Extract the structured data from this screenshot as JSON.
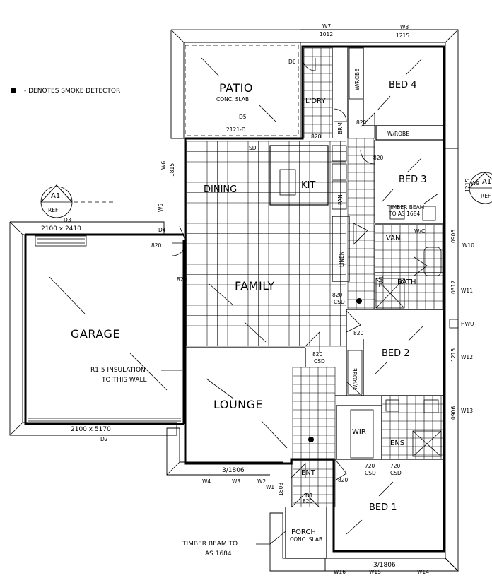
{
  "legend": {
    "smoke_detector": "- DENOTES SMOKE DETECTOR"
  },
  "rooms": {
    "patio": "PATIO",
    "patio_sub": "CONC. SLAB",
    "bed4": "BED  4",
    "bed3": "BED  3",
    "bed2": "BED  2",
    "bed1": "BED  1",
    "dining": "DINING",
    "kit": "KIT",
    "family": "FAMILY",
    "garage": "GARAGE",
    "lounge": "LOUNGE",
    "ent": "ENT",
    "porch": "PORCH",
    "porch_sub": "CONC. SLAB",
    "ldry": "L'DRY",
    "wir": "WIR",
    "ens": "ENS",
    "bath": "BATH",
    "van": "VAN.",
    "linen": "LINEN",
    "brm": "BRM",
    "pan": "PAN",
    "wc": "W/C",
    "twl": "TWL"
  },
  "labels": {
    "wrobe_bed4": "W/ROBE",
    "wrobe_bed3": "W/ROBE",
    "wrobe_bed2": "W/ROBE",
    "sd": "SD",
    "timber_beam_bed3_1": "TIMBER BEAM",
    "timber_beam_bed3_2": "TO AS 1684",
    "insulation_1": "R1.5 INSULATION",
    "insulation_2": "TO THIS WALL",
    "timber_beam_porch_1": "TIMBER BEAM TO",
    "timber_beam_porch_2": "AS 1684",
    "hwu": "HWU",
    "ref_left_top": "A1",
    "ref_left_bottom": "REF",
    "ref_right_top": "A1",
    "ref_right_bottom": "REF"
  },
  "dimensions": {
    "w7": "W7",
    "w7_size": "1012",
    "w8": "W8",
    "w8_size": "1215",
    "d6": "D6",
    "d5": "D5",
    "d5_size": "2121-D",
    "w6": "W6",
    "w6_size": "1815",
    "w9": "W9",
    "w9_size": "1215",
    "w5": "W5",
    "d3": "D3",
    "garage_top": "2100 x 2410",
    "d4": "D4",
    "garage_bottom": "2100 x 5170",
    "d2": "D2",
    "w10": "W10",
    "w10_size": "0906",
    "w11": "W11",
    "w11_size": "0312",
    "w12": "W12",
    "w12_size": "1215",
    "w13": "W13",
    "w13_size": "0906",
    "lounge_win": "3/1806",
    "w4": "W4",
    "w3": "W3",
    "w2": "W2",
    "w1": "W1",
    "w1_size": "1803",
    "d1": "D1",
    "bed1_win": "3/1806",
    "w16": "W16",
    "w15": "W15",
    "w14": "W14",
    "door_820": "820",
    "door_720": "720",
    "csd": "CSD"
  }
}
